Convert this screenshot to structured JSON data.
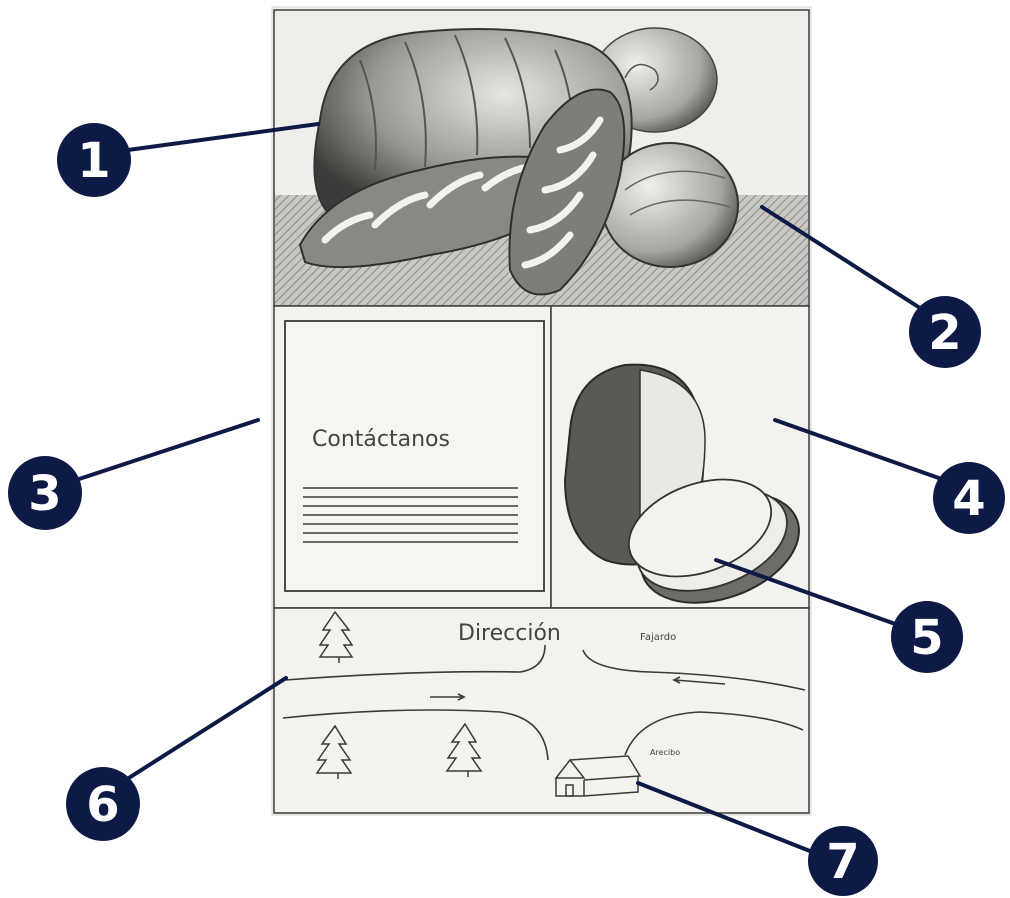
{
  "sketch": {
    "contact_heading": "Contáctanos",
    "address_heading": "Dirección",
    "road_label_top": "Fajardo",
    "road_label_bottom": "Arecibo"
  },
  "callouts": [
    {
      "number": "1"
    },
    {
      "number": "2"
    },
    {
      "number": "3"
    },
    {
      "number": "4"
    },
    {
      "number": "5"
    },
    {
      "number": "6"
    },
    {
      "number": "7"
    }
  ],
  "colors": {
    "badge": "#0d1a45",
    "leader_line": "#0d1a45",
    "paper": "#f3f2ee",
    "pencil": "#3a3a3a"
  }
}
